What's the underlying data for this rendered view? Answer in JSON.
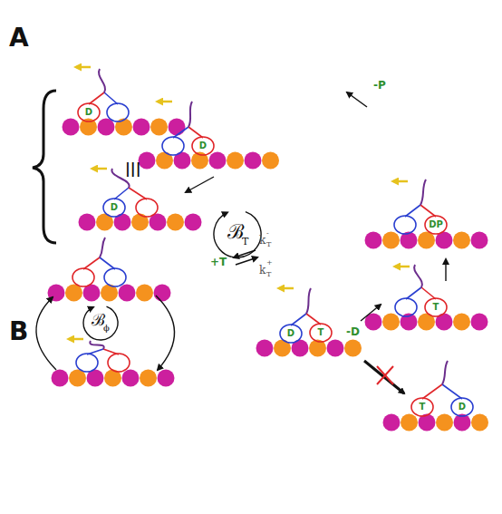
{
  "diagram": {
    "nodes": [
      {
        "text": [
          "D"
        ]
      },
      {
        "text": [
          "D"
        ]
      },
      {
        "text": [
          "D"
        ]
      },
      {
        "text": [
          "DP"
        ]
      },
      {
        "text": [
          "T"
        ]
      },
      {
        "text": [
          "D"
        ]
      },
      {
        "text": [
          "T"
        ]
      },
      {
        "text": [
          "T"
        ]
      },
      {
        "text": [
          "D"
        ]
      }
    ],
    "labels": [
      "A",
      "B",
      "|||",
      "ℬ",
      "T",
      "ℬ",
      "ϕ",
      "+T",
      "k",
      "T",
      "-",
      "k",
      "T",
      "+",
      "-D",
      "-P"
    ]
  }
}
